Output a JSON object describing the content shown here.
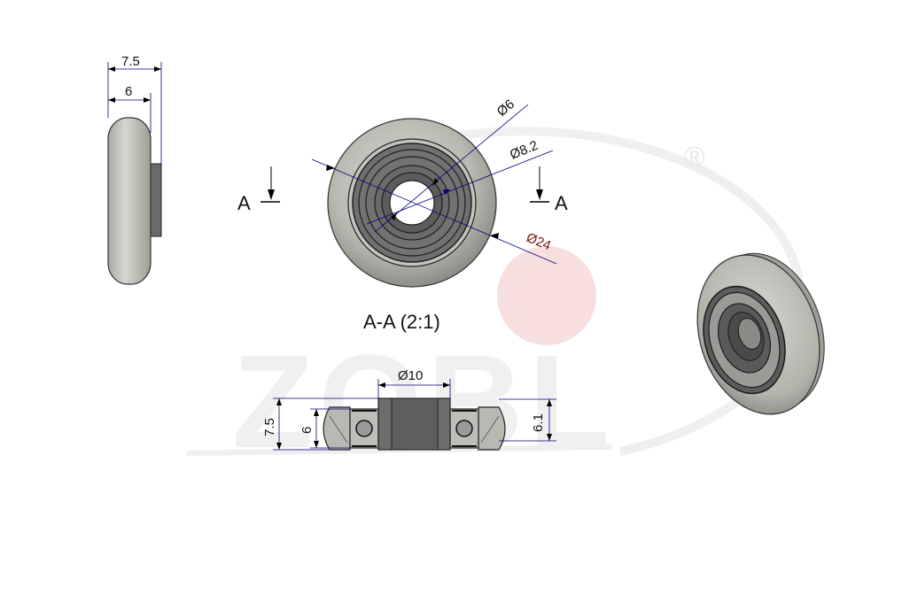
{
  "side_view": {
    "dim_total_width": "7.5",
    "dim_tire_width": "6"
  },
  "front_view": {
    "dim_bore": "Ø6",
    "dim_bearing": "Ø8.2",
    "dim_outer": "Ø24",
    "section_marker": "A"
  },
  "section_view": {
    "title": "A-A (2:1)",
    "dim_hub": "Ø10",
    "dim_height_total": "7.5",
    "dim_height_tire": "6",
    "dim_height_bearing": "6.1"
  },
  "watermark": {
    "text": "ZOBL",
    "registered_mark": "®"
  },
  "colors": {
    "tire": "#bdbdb6",
    "tire_dark": "#8e8e88",
    "bearing": "#6e6e6e",
    "bearing_dark": "#3c3c3c",
    "dimension_line": "#000080",
    "dim_outer_text": "#7a1212",
    "watermark_red": "#f6d6d6",
    "watermark_gray": "#eeeeee"
  }
}
